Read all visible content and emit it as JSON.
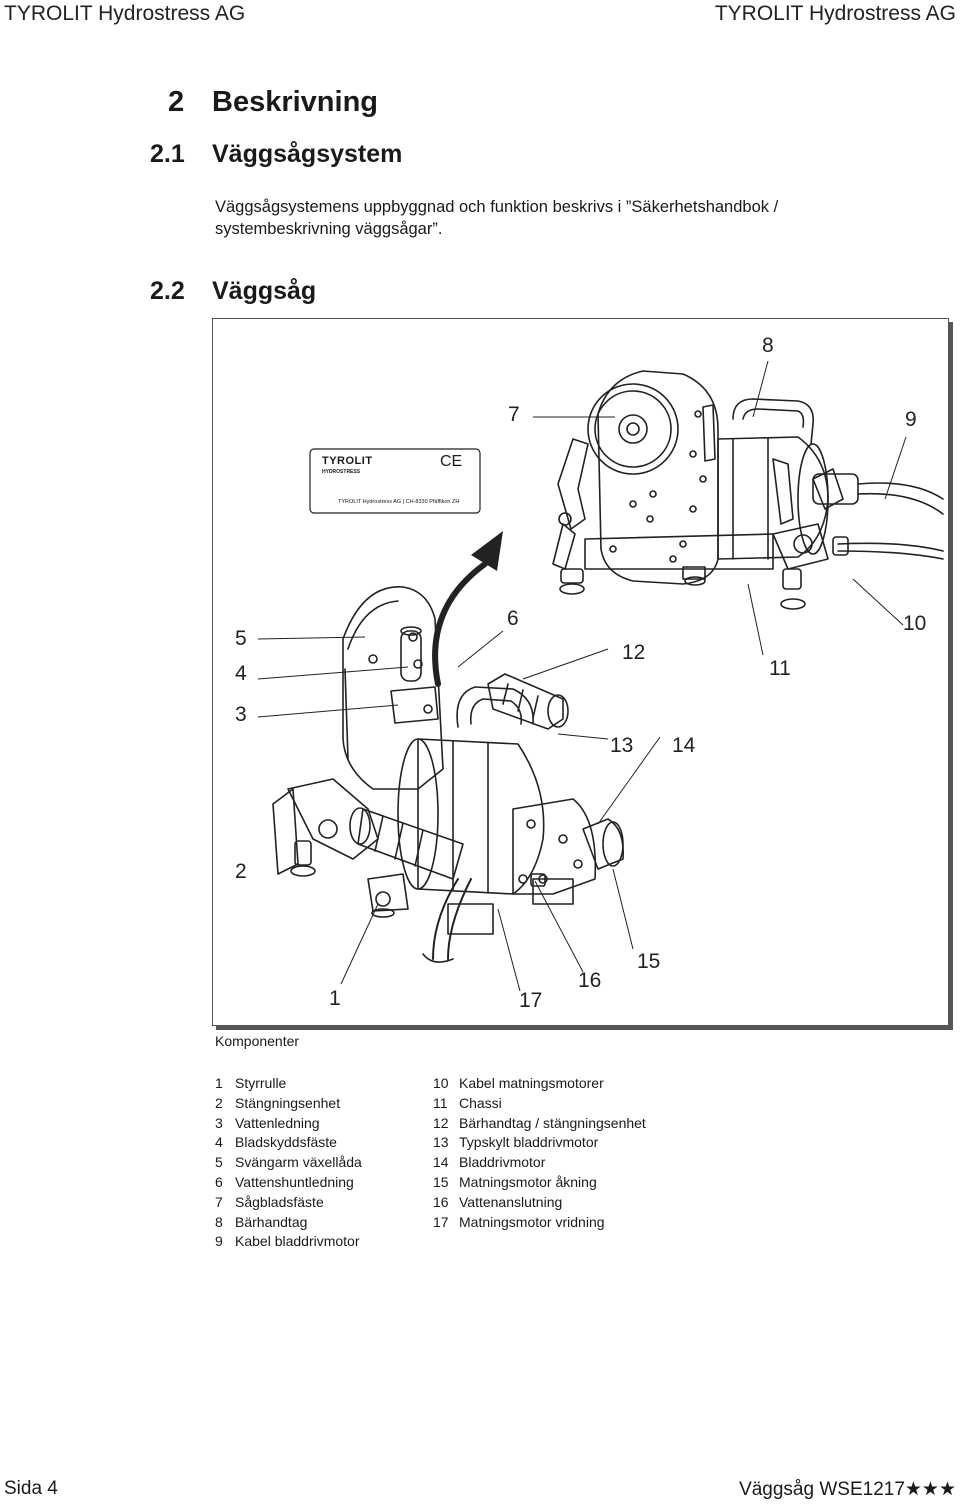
{
  "header": {
    "left": "TYROLIT Hydrostress AG",
    "right": "TYROLIT Hydrostress AG"
  },
  "section": {
    "number": "2",
    "title": "Beskrivning"
  },
  "subsection1": {
    "number": "2.1",
    "title": "Väggsågsystem",
    "paragraph": "Väggsågsystemens uppbyggnad och funktion beskrivs i ”Säkerhetshandbok / systembeskrivning väggsågar”."
  },
  "subsection2": {
    "number": "2.2",
    "title": "Väggsåg"
  },
  "figure": {
    "plate": {
      "logo": "TYROLIT",
      "logo_sub": "HYDROSTRESS",
      "mark": "CE",
      "text": "TYROLIT Hydrostress AG | CH-8330 Pfäffikon ZH"
    },
    "callouts": [
      "1",
      "2",
      "3",
      "4",
      "5",
      "6",
      "7",
      "8",
      "9",
      "10",
      "11",
      "12",
      "13",
      "14",
      "15",
      "16",
      "17"
    ]
  },
  "caption": "Komponenter",
  "components_left": [
    {
      "n": "1",
      "label": "Styrrulle"
    },
    {
      "n": "2",
      "label": "Stängningsenhet"
    },
    {
      "n": "3",
      "label": "Vattenledning"
    },
    {
      "n": "4",
      "label": "Bladskyddsfäste"
    },
    {
      "n": "5",
      "label": "Svängarm växellåda"
    },
    {
      "n": "6",
      "label": "Vattenshuntledning"
    },
    {
      "n": "7",
      "label": "Sågbladsfäste"
    },
    {
      "n": "8",
      "label": "Bärhandtag"
    },
    {
      "n": "9",
      "label": "Kabel bladdrivmotor"
    }
  ],
  "components_right": [
    {
      "n": "10",
      "label": "Kabel matningsmotorer"
    },
    {
      "n": "11",
      "label": "Chassi"
    },
    {
      "n": "12",
      "label": "Bärhandtag / stängningsenhet"
    },
    {
      "n": "13",
      "label": "Typskylt bladdrivmotor"
    },
    {
      "n": "14",
      "label": "Bladdrivmotor"
    },
    {
      "n": "15",
      "label": "Matningsmotor åkning"
    },
    {
      "n": "16",
      "label": "Vattenanslutning"
    },
    {
      "n": "17",
      "label": "Matningsmotor vridning"
    }
  ],
  "footer": {
    "left": "Sida 4",
    "right": "Väggsåg WSE1217★★★"
  }
}
